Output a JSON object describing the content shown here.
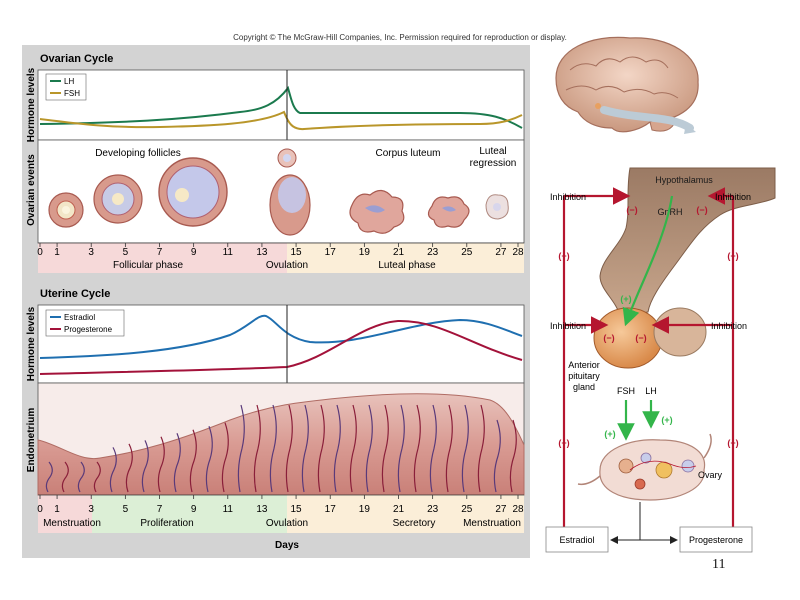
{
  "copyright": "Copyright © The McGraw-Hill Companies, Inc. Permission required for reproduction or display.",
  "page_number": "11",
  "ovarian": {
    "title": "Ovarian Cycle",
    "ylabel_hormone": "Hormone levels",
    "ylabel_events": "Ovarian events",
    "legend": [
      "LH",
      "FSH"
    ],
    "events": {
      "developing_follicles": "Developing follicles",
      "corpus_luteum": "Corpus luteum",
      "luteal_regression_1": "Luteal",
      "luteal_regression_2": "regression"
    },
    "phases": {
      "follicular": "Follicular phase",
      "ovulation": "Ovulation",
      "luteal": "Luteal phase"
    }
  },
  "uterine": {
    "title": "Uterine Cycle",
    "ylabel_hormone": "Hormone levels",
    "ylabel_endo": "Endometrium",
    "legend": [
      "Estradiol",
      "Progesterone"
    ],
    "phases": {
      "menstruation1": "Menstruation",
      "proliferation": "Proliferation",
      "ovulation": "Ovulation",
      "secretory": "Secretory",
      "menstruation2": "Menstruation"
    }
  },
  "days": {
    "ticks": [
      "0",
      "1",
      "3",
      "5",
      "7",
      "9",
      "11",
      "13",
      "15",
      "17",
      "19",
      "21",
      "23",
      "25",
      "27",
      "28"
    ],
    "label": "Days"
  },
  "feedback": {
    "hypothalamus": "Hypothalamus",
    "gnrh": "GnRH",
    "anterior_1": "Anterior",
    "anterior_2": "pituitary",
    "anterior_3": "gland",
    "fsh": "FSH",
    "lh": "LH",
    "ovary": "Ovary",
    "estradiol": "Estradiol",
    "progesterone": "Progesterone",
    "inhibition": "Inhibition",
    "minus": "(−)",
    "plus": "(+)"
  },
  "colors": {
    "lh": "#1b7a4e",
    "fsh": "#b9962a",
    "estradiol": "#1f6fb0",
    "progesterone": "#a3123a",
    "inhibition": "#b5162f",
    "stimulation": "#33b54a"
  }
}
